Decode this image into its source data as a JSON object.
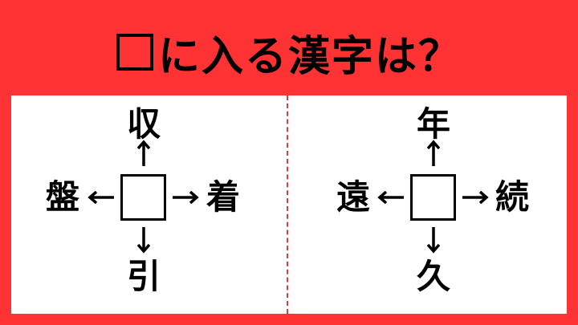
{
  "colors": {
    "background_red": "#ff3333",
    "panel_white": "#ffffff",
    "divider": "#e53a3a",
    "text": "#000000"
  },
  "title": {
    "placeholder_box": "□",
    "text": "に入る漢字は？"
  },
  "puzzles": [
    {
      "top": "収",
      "left": "盤",
      "right": "着",
      "bottom": "引",
      "center": ""
    },
    {
      "top": "年",
      "left": "遠",
      "right": "続",
      "bottom": "久",
      "center": ""
    }
  ],
  "icons": {
    "arrow_up": "arrow-up-icon",
    "arrow_down": "arrow-down-icon",
    "arrow_left": "arrow-left-icon",
    "arrow_right": "arrow-right-icon"
  }
}
